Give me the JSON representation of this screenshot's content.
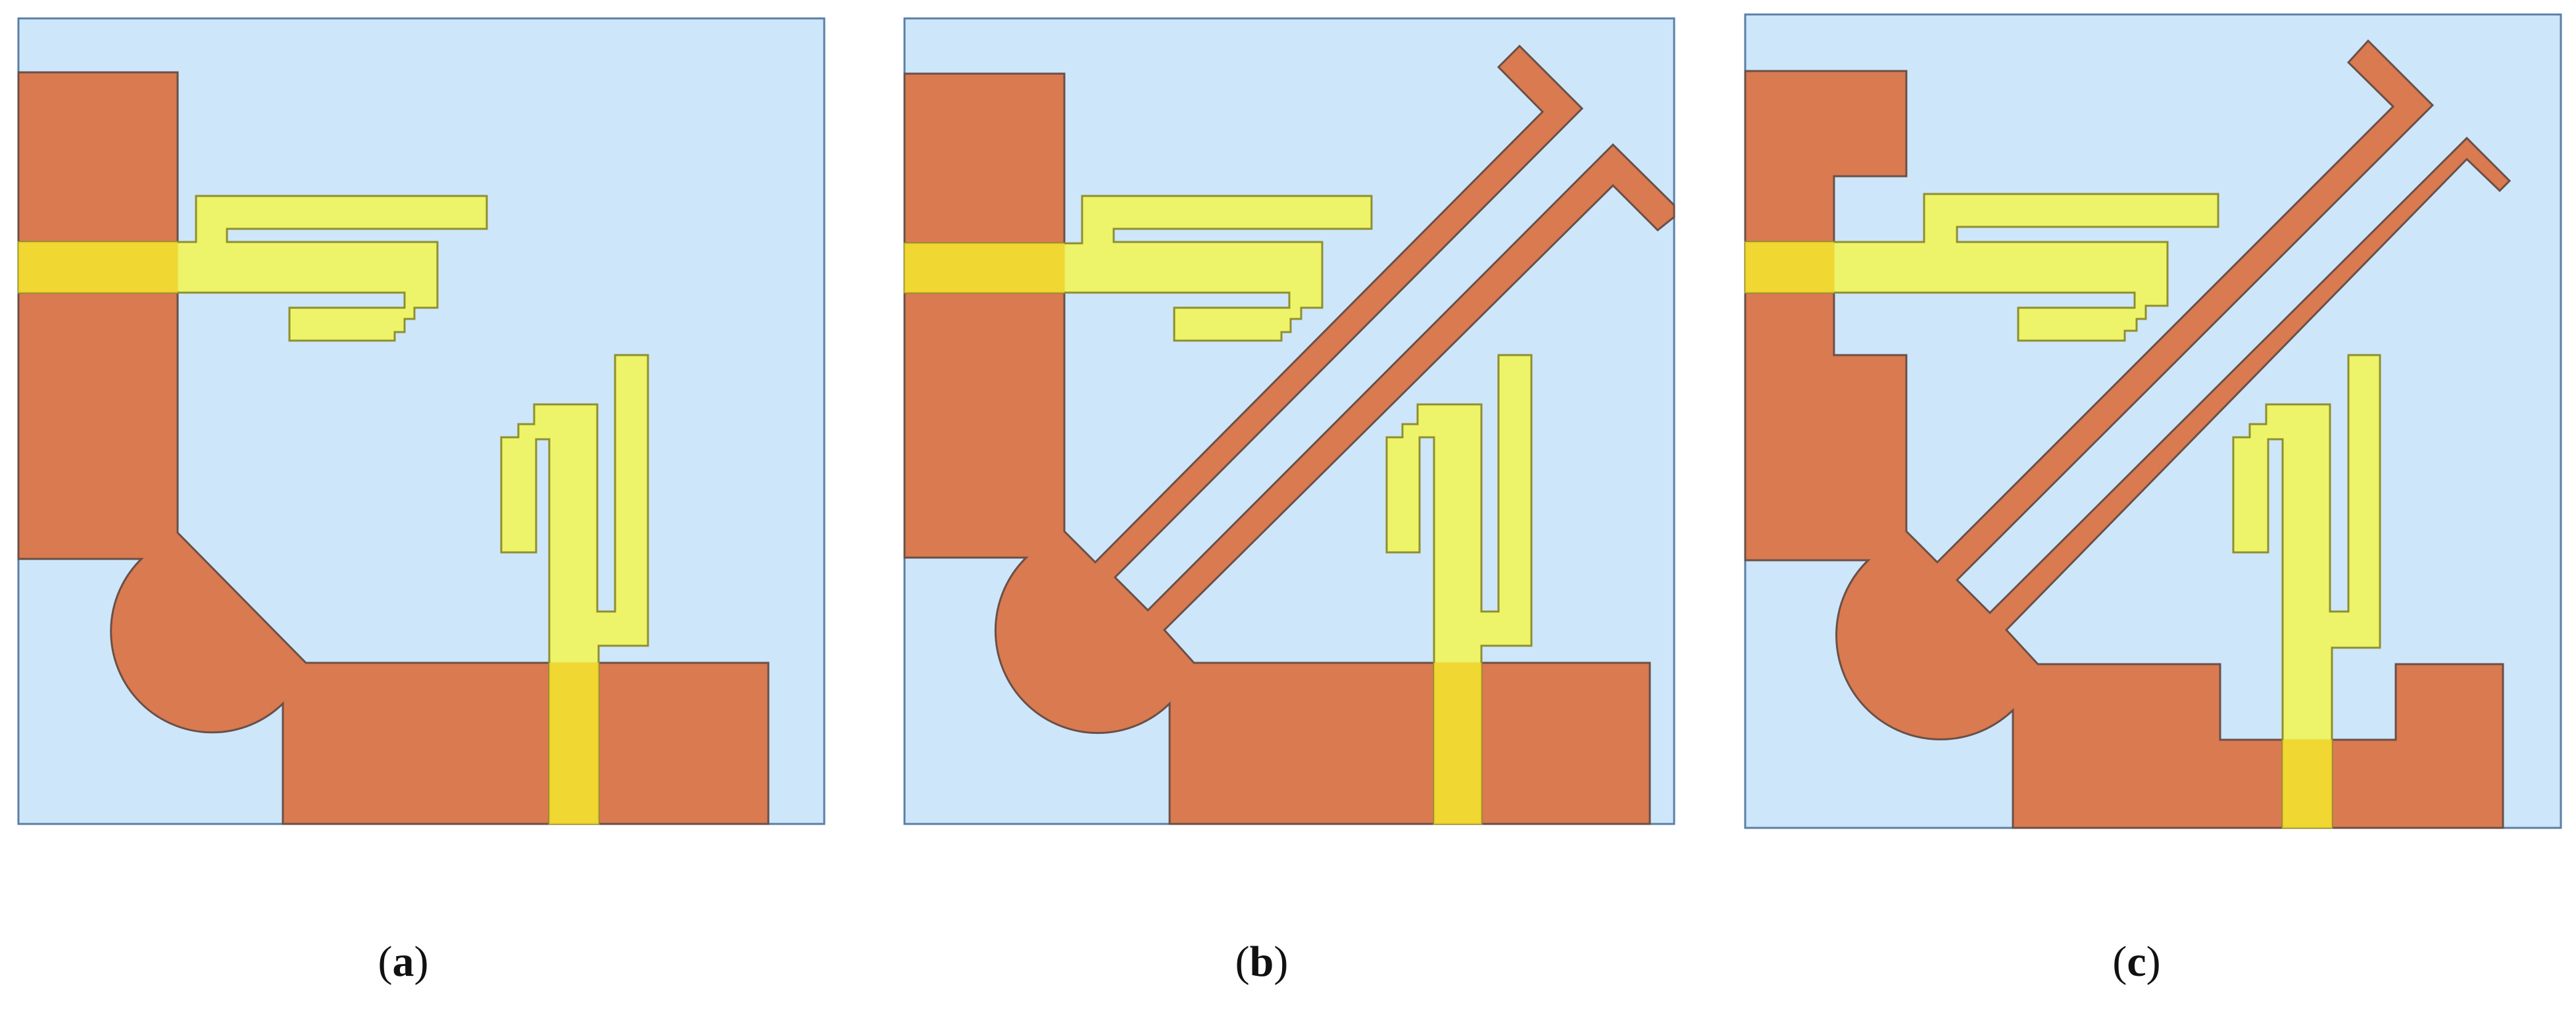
{
  "figure": {
    "panels": [
      {
        "id": "a",
        "caption_letter": "a"
      },
      {
        "id": "b",
        "caption_letter": "b"
      },
      {
        "id": "c",
        "caption_letter": "c"
      }
    ],
    "colors": {
      "background": "#cde6fa",
      "frame": "#5b7fa6",
      "patch": "#da7a50",
      "patch_stroke": "#6a5048",
      "trace": "#f1f55c",
      "trace_stroke": "#8f8f2e",
      "overlap": "#f1d42a"
    }
  }
}
